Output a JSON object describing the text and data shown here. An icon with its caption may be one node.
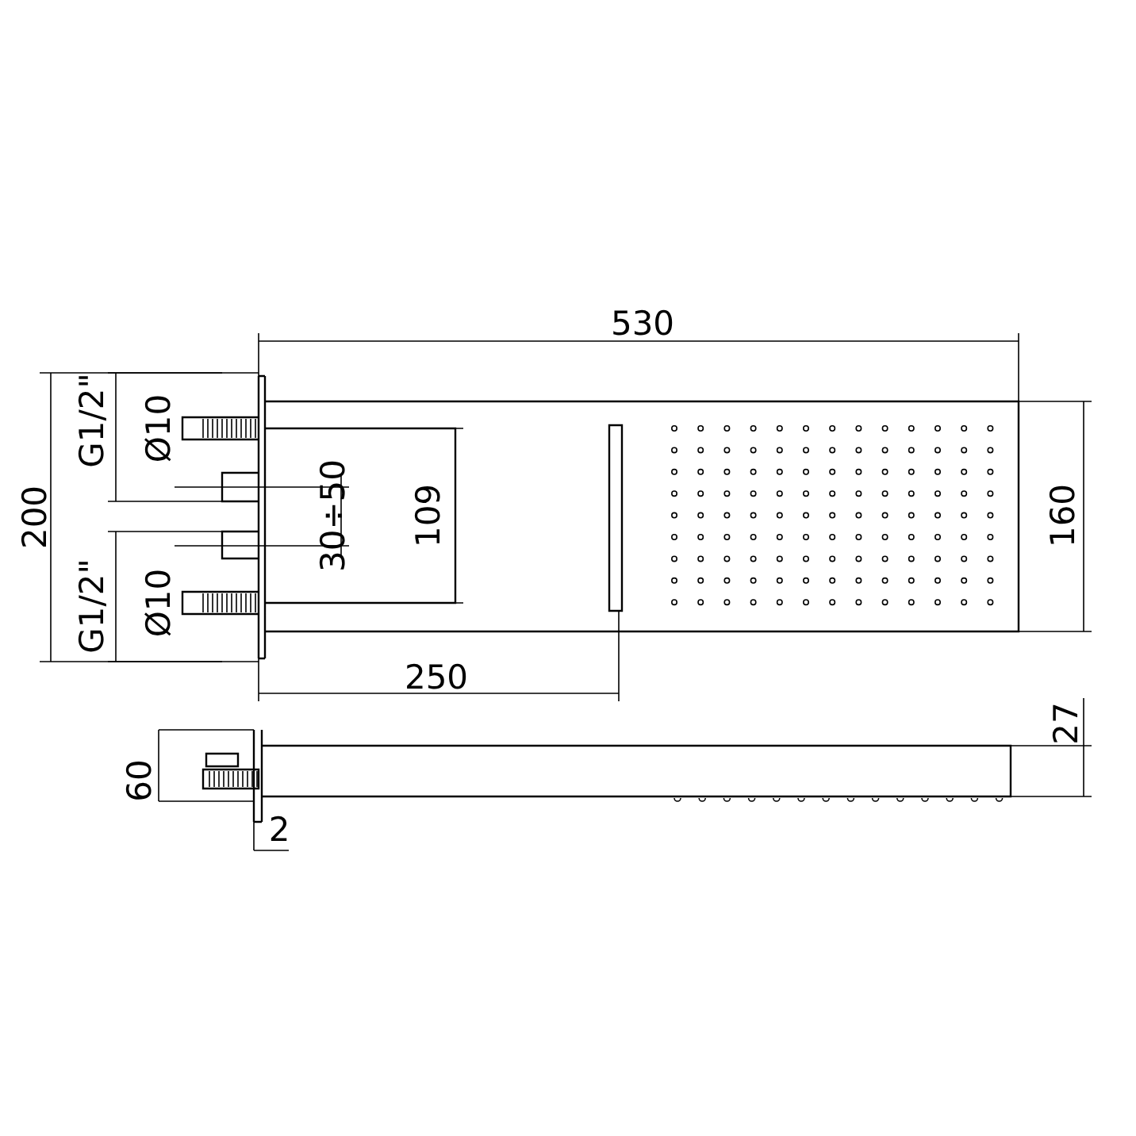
{
  "diagram": {
    "labels": [
      "530",
      "G1/2\"",
      "Ø10",
      "200",
      "30÷50",
      "109",
      "160",
      "G1/2\"",
      "Ø10",
      "250",
      "27",
      "60",
      "2"
    ]
  }
}
